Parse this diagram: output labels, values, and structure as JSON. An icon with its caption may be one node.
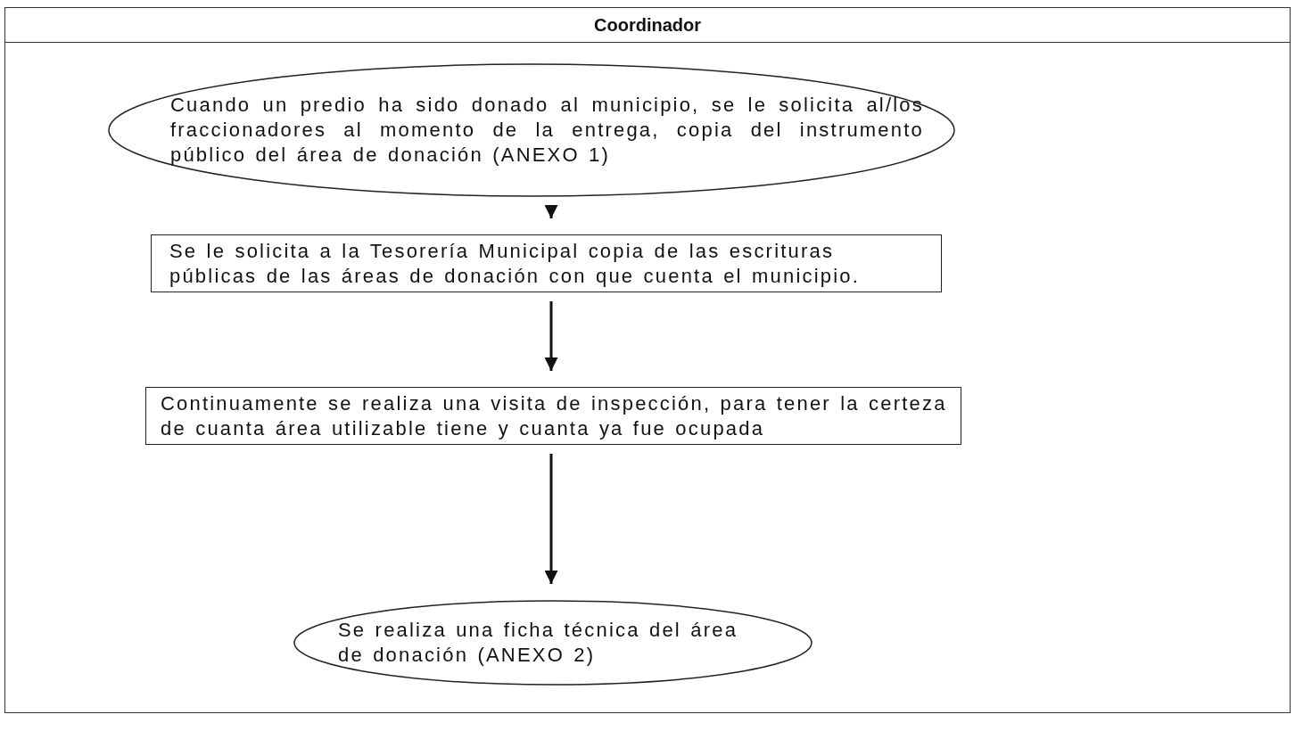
{
  "diagram": {
    "nodes": [
      {
        "text": [
          "Coordinador"
        ]
      },
      {
        "text": [
          "Cuando un predio ha sido donado al municipio, se le solicita al/los fraccionadores al momento de la entrega, copia del instrumento público del área de donación (ANEXO 1)"
        ],
        "in": 0
      },
      {
        "text": [
          "Se le solicita a la Tesorería Municipal copia de las escrituras públicas de las áreas de donación con que cuenta el municipio."
        ],
        "in": 0
      },
      {
        "text": [
          "Continuamente se realiza una visita de inspección, para tener la certeza de cuanta área utilizable tiene y cuanta ya fue ocupada"
        ],
        "in": 0
      },
      {
        "text": [
          "Se realiza una ficha técnica del área de donación (ANEXO 2)"
        ],
        "in": 0
      }
    ],
    "edges": [
      {
        "from": 1,
        "to": 2,
        "arrow": "to"
      },
      {
        "from": 2,
        "to": 3,
        "arrow": "to"
      },
      {
        "from": 3,
        "to": 4,
        "arrow": "to"
      }
    ]
  }
}
